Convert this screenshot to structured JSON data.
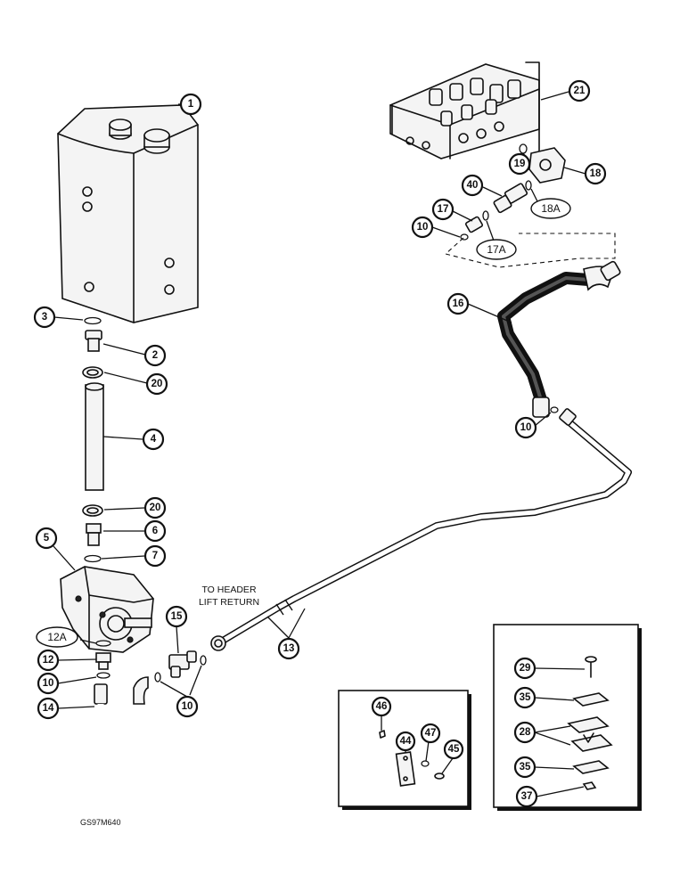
{
  "callouts": {
    "c1": "1",
    "c2": "2",
    "c3": "3",
    "c4": "4",
    "c5": "5",
    "c6": "6",
    "c7": "7",
    "c10a": "10",
    "c10b": "10",
    "c10c": "10",
    "c10d": "10",
    "c12": "12",
    "c12a": "12A",
    "c13": "13",
    "c14": "14",
    "c15": "15",
    "c16": "16",
    "c17": "17",
    "c17a": "17A",
    "c18": "18",
    "c18a": "18A",
    "c19": "19",
    "c20a": "20",
    "c20b": "20",
    "c21": "21",
    "c40": "40",
    "c28": "28",
    "c29": "29",
    "c35a": "35",
    "c35b": "35",
    "c37": "37",
    "c44": "44",
    "c45": "45",
    "c46": "46",
    "c47": "47"
  },
  "note": {
    "line1": "TO HEADER",
    "line2": "LIFT RETURN"
  },
  "figure_id": "GS97M640"
}
